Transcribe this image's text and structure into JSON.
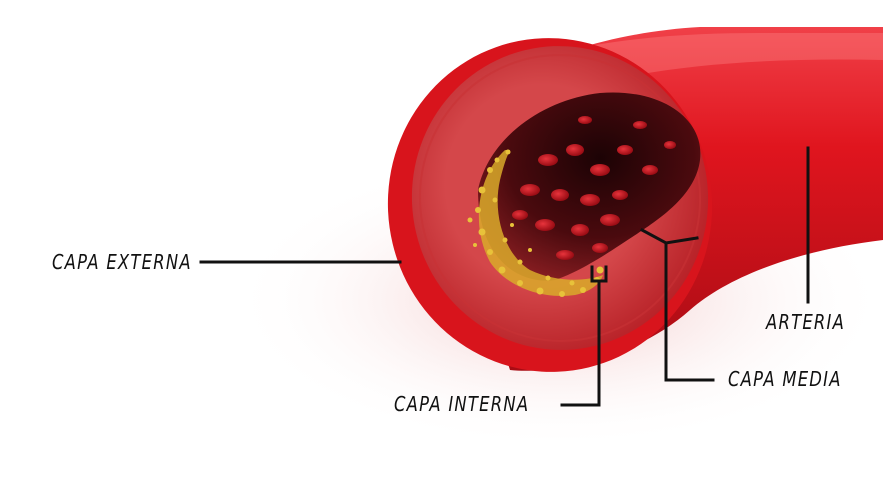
{
  "labels": {
    "capa_externa": "CAPA EXTERNA",
    "arteria": "ARTERIA",
    "capa_media": "CAPA MEDIA",
    "capa_interna": "CAPA INTERNA"
  },
  "colors": {
    "artery_red": "#d8141c",
    "artery_dark": "#8e0a10",
    "lumen_dark": "#2a0508",
    "blood_cell": "#b0101a",
    "plaque_yellow": "#e0b82a",
    "line_black": "#111111"
  }
}
